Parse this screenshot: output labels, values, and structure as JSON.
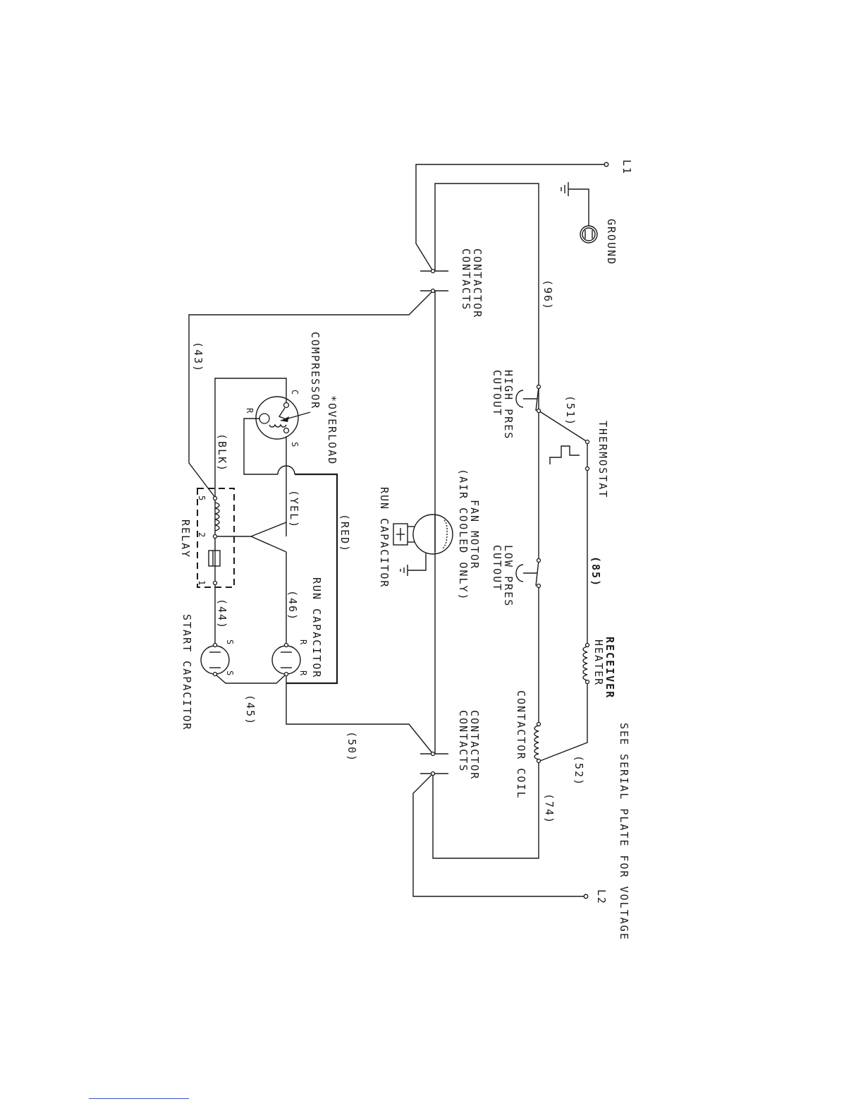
{
  "labels": {
    "l1": "L1",
    "l2": "L2",
    "ground": "GROUND",
    "contactor_contacts": "CONTACTOR",
    "contactor_contacts_2": "CONTACTS",
    "contactor_contacts_b1": "CONTACTOR",
    "contactor_contacts_b2": "CONTACTS",
    "compressor": "COMPRESSOR",
    "overload": "*OVERLOAD",
    "high_pres_1": "HIGH PRES",
    "high_pres_2": "CUTOUT",
    "thermostat": "THERMOSTAT",
    "low_pres_1": "LOW PRES",
    "low_pres_2": "CUTOUT",
    "fan_motor_1": "FAN MOTOR",
    "fan_motor_2": "(AIR COOLED ONLY)",
    "run_capacitor_fan": "RUN CAPACITOR",
    "receiver_heater_1": "RECEIVER",
    "receiver_heater_2": "HEATER",
    "contactor_coil": "CONTACTOR COIL",
    "see_serial": "SEE SERIAL PLATE FOR VOLTAGE",
    "run_capacitor": "RUN CAPACITOR",
    "start_capacitor": "START CAPACITOR",
    "relay": "RELAY"
  },
  "wire_numbers": {
    "w96": "(96)",
    "w43": "(43)",
    "w51": "(51)",
    "w85": "(85)",
    "w52": "(52)",
    "w74": "(74)",
    "w50": "(50)",
    "w45": "(45)",
    "w44": "(44)",
    "w46": "(46)",
    "blk": "(BLK)",
    "yel": "(YEL)",
    "red": "(RED)"
  },
  "terminals": {
    "c": "C",
    "s": "S",
    "r": "R",
    "relay_5": "5",
    "relay_2": "2",
    "relay_1": "1",
    "cap_r1": "R",
    "cap_r2": "R",
    "cap_s1": "S",
    "cap_s2": "S"
  }
}
